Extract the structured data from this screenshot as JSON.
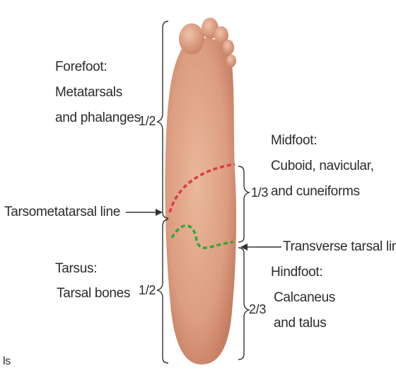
{
  "labels": {
    "forefoot_title": "Forefoot:",
    "forefoot_line1": "Metatarsals",
    "forefoot_line2": "and phalanges",
    "forefoot_fraction": "1/2",
    "midfoot_title": "Midfoot:",
    "midfoot_line1": "Cuboid, navicular,",
    "midfoot_line2": "and cuneiforms",
    "midfoot_fraction": "1/3",
    "tarsometatarsal_line": "Tarsometatarsal line",
    "transverse_tarsal_line": "Transverse tarsal line",
    "tarsus_title": "Tarsus:",
    "tarsus_line1": "Tarsal bones",
    "tarsus_fraction": "1/2",
    "hindfoot_title": "Hindfoot:",
    "hindfoot_line1": "Calcaneus",
    "hindfoot_line2": "and talus",
    "hindfoot_fraction": "2/3",
    "corner_text": "ls"
  },
  "colors": {
    "skin_light": "#e9b69a",
    "skin_mid": "#d9967a",
    "skin_dark": "#b9694f",
    "tarsometatarsal_dash": "#e0394a",
    "transverse_dash": "#2fa83a",
    "lines": "#333333"
  }
}
